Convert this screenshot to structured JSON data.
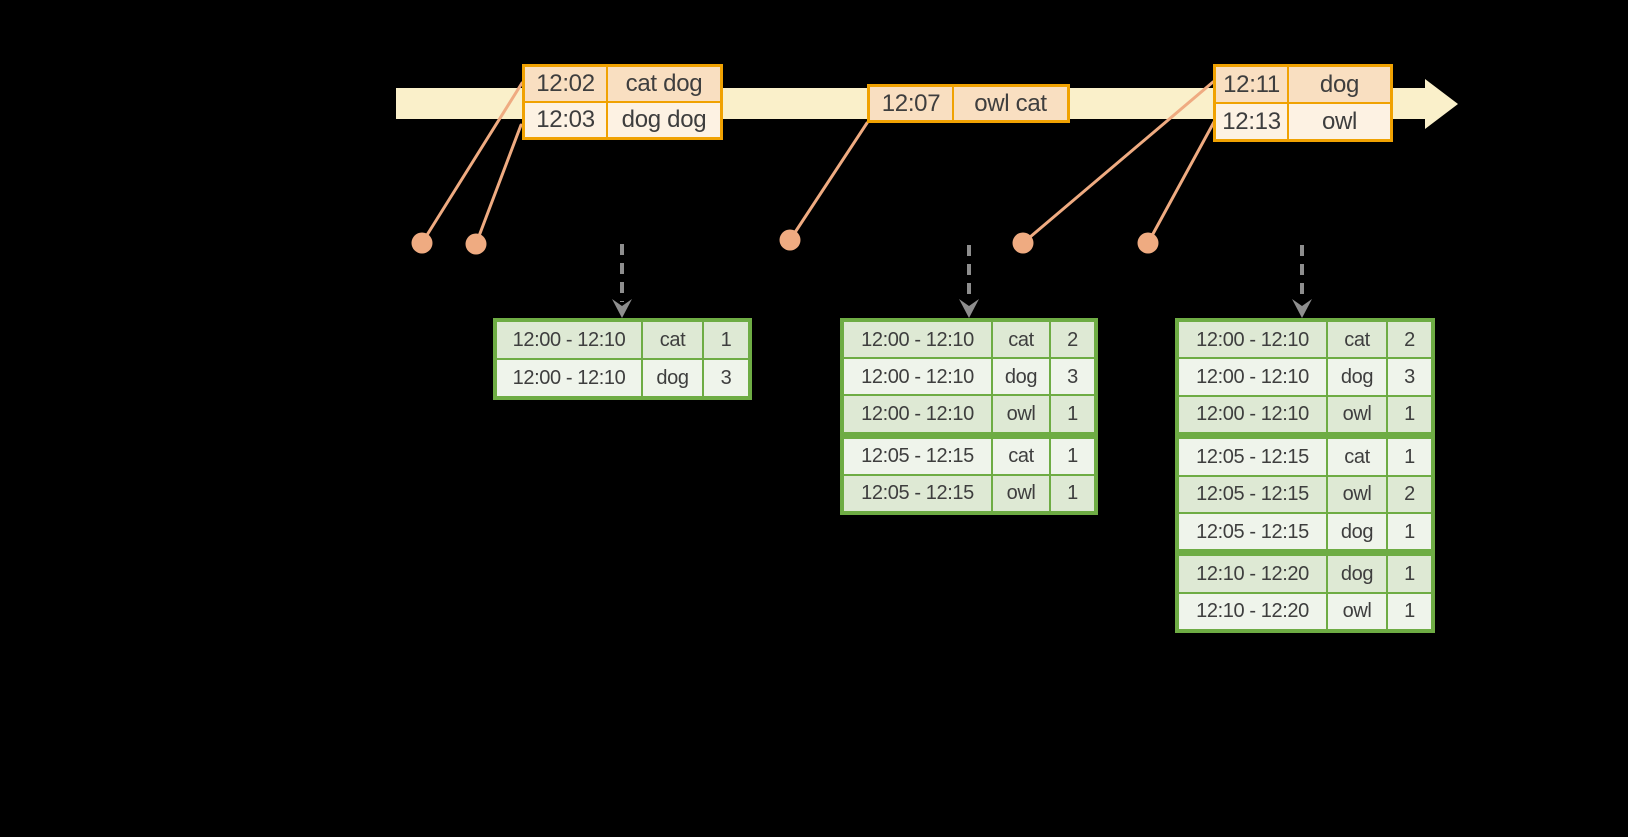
{
  "colors": {
    "background": "#000000",
    "timeline_arrow": "#faf0ca",
    "event_table_border": "#f0a202",
    "event_row_primary": "#f9dfc1",
    "event_row_secondary": "#fdf2e3",
    "event_dot": "#efab81",
    "trigger_arrow": "#8e8e8e",
    "result_table_border": "#6eac44",
    "result_row_dark": "#dee9d4",
    "result_row_light": "#eff4eb",
    "text": "#3e3e3e"
  },
  "event_tables": [
    {
      "rows": [
        {
          "time": "12:02",
          "words": "cat dog"
        },
        {
          "time": "12:03",
          "words": "dog dog"
        }
      ]
    },
    {
      "rows": [
        {
          "time": "12:07",
          "words": "owl cat"
        }
      ]
    },
    {
      "rows": [
        {
          "time": "12:11",
          "words": "dog"
        },
        {
          "time": "12:13",
          "words": "owl"
        }
      ]
    }
  ],
  "result_tables": [
    {
      "rows": [
        {
          "window": "12:00 - 12:10",
          "word": "cat",
          "count": "1"
        },
        {
          "window": "12:00 - 12:10",
          "word": "dog",
          "count": "3"
        }
      ]
    },
    {
      "rows": [
        {
          "window": "12:00 - 12:10",
          "word": "cat",
          "count": "2"
        },
        {
          "window": "12:00 - 12:10",
          "word": "dog",
          "count": "3"
        },
        {
          "window": "12:00 - 12:10",
          "word": "owl",
          "count": "1"
        },
        {
          "window": "12:05 - 12:15",
          "word": "cat",
          "count": "1"
        },
        {
          "window": "12:05 - 12:15",
          "word": "owl",
          "count": "1"
        }
      ]
    },
    {
      "rows": [
        {
          "window": "12:00 - 12:10",
          "word": "cat",
          "count": "2"
        },
        {
          "window": "12:00 - 12:10",
          "word": "dog",
          "count": "3"
        },
        {
          "window": "12:00 - 12:10",
          "word": "owl",
          "count": "1"
        },
        {
          "window": "12:05 - 12:15",
          "word": "cat",
          "count": "1"
        },
        {
          "window": "12:05 - 12:15",
          "word": "owl",
          "count": "2"
        },
        {
          "window": "12:05 - 12:15",
          "word": "dog",
          "count": "1"
        },
        {
          "window": "12:10 - 12:20",
          "word": "dog",
          "count": "1"
        },
        {
          "window": "12:10 - 12:20",
          "word": "owl",
          "count": "1"
        }
      ]
    }
  ]
}
